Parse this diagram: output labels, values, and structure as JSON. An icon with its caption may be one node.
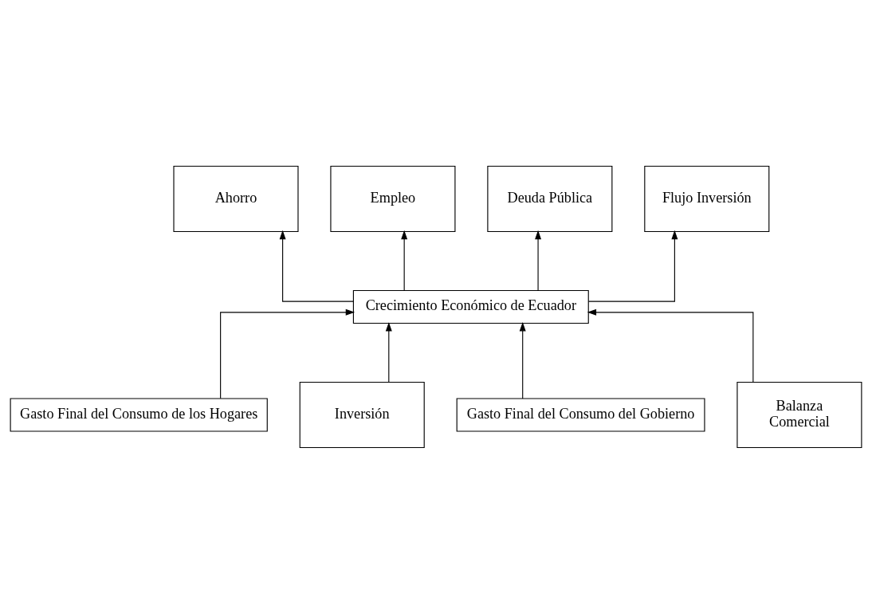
{
  "diagram": {
    "nodes": [
      {
        "text": [
          "Ahorro"
        ]
      },
      {
        "text": [
          "Empleo"
        ]
      },
      {
        "text": [
          "Deuda Pública"
        ]
      },
      {
        "text": [
          "Flujo Inversión"
        ]
      },
      {
        "text": [
          "Crecimiento Económico de Ecuador"
        ]
      },
      {
        "text": [
          "Gasto Final del Consumo de los Hogares"
        ]
      },
      {
        "text": [
          "Inversión"
        ]
      },
      {
        "text": [
          "Gasto Final del Consumo del Gobierno"
        ]
      },
      {
        "text": [
          "Balanza Comercial"
        ]
      }
    ],
    "edges": [
      {
        "from": 4,
        "to": 0,
        "arrow": "to"
      },
      {
        "from": 4,
        "to": 1,
        "arrow": "to"
      },
      {
        "from": 4,
        "to": 2,
        "arrow": "to"
      },
      {
        "from": 4,
        "to": 3,
        "arrow": "to"
      },
      {
        "from": 5,
        "to": 4,
        "arrow": "to"
      },
      {
        "from": 6,
        "to": 4,
        "arrow": "to"
      },
      {
        "from": 7,
        "to": 4,
        "arrow": "to"
      },
      {
        "from": 8,
        "to": 4,
        "arrow": "to"
      }
    ]
  }
}
